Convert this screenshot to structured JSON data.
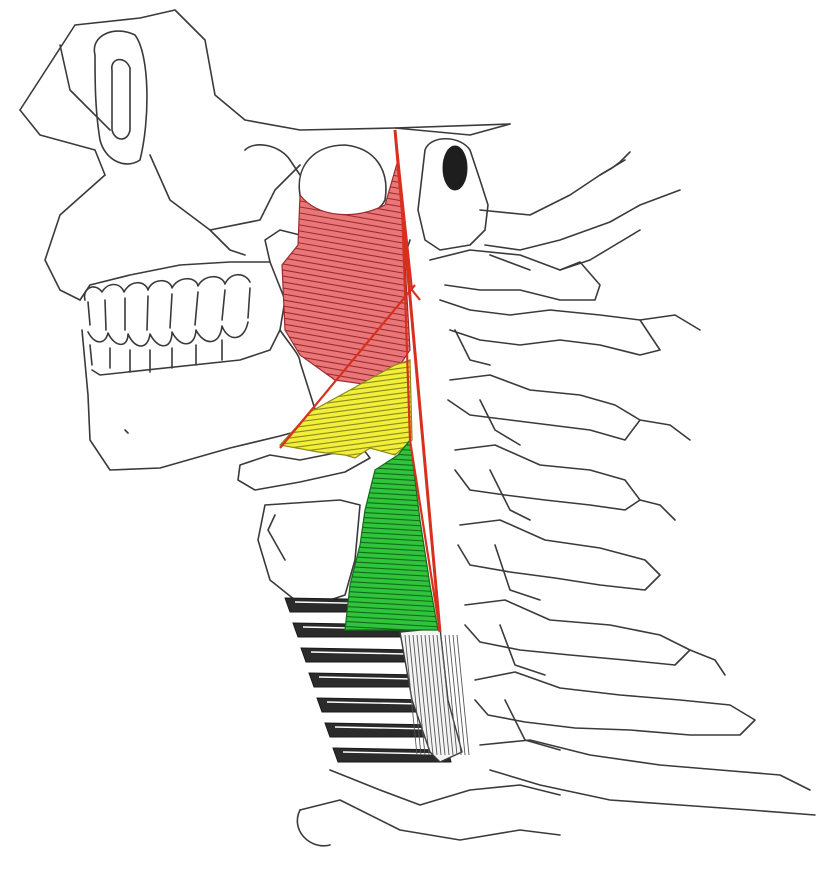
{
  "figure": {
    "subject": "lateral-view-skull-cervical-spine-constrictor-muscles",
    "background_color": "#ffffff",
    "line_color": "#3a3a3a"
  },
  "muscles": [
    {
      "id": "superior-constrictor",
      "fill": "#e9777a",
      "hatch": "#9b2c2c"
    },
    {
      "id": "middle-constrictor",
      "fill": "#f2ef3a",
      "hatch": "#8c8a1a"
    },
    {
      "id": "inferior-constrictor",
      "fill": "#2fc43c",
      "hatch": "#146b1c"
    }
  ],
  "reference_lines": {
    "color": "#d8301f"
  }
}
